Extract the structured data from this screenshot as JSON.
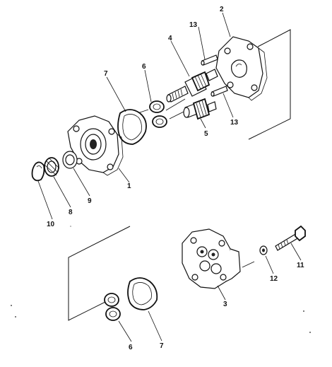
{
  "callouts": [
    {
      "id": "c1",
      "text": "1"
    },
    {
      "id": "c2",
      "text": "2"
    },
    {
      "id": "c3",
      "text": "3"
    },
    {
      "id": "c4",
      "text": "4"
    },
    {
      "id": "c5",
      "text": "5"
    },
    {
      "id": "c6a",
      "text": "6"
    },
    {
      "id": "c6b",
      "text": "6"
    },
    {
      "id": "c7a",
      "text": "7"
    },
    {
      "id": "c7b",
      "text": "7"
    },
    {
      "id": "c8",
      "text": "8"
    },
    {
      "id": "c9",
      "text": "9"
    },
    {
      "id": "c10",
      "text": "10"
    },
    {
      "id": "c11",
      "text": "11"
    },
    {
      "id": "c12",
      "text": "12"
    },
    {
      "id": "c13a",
      "text": "13"
    },
    {
      "id": "c13b",
      "text": "13"
    }
  ]
}
